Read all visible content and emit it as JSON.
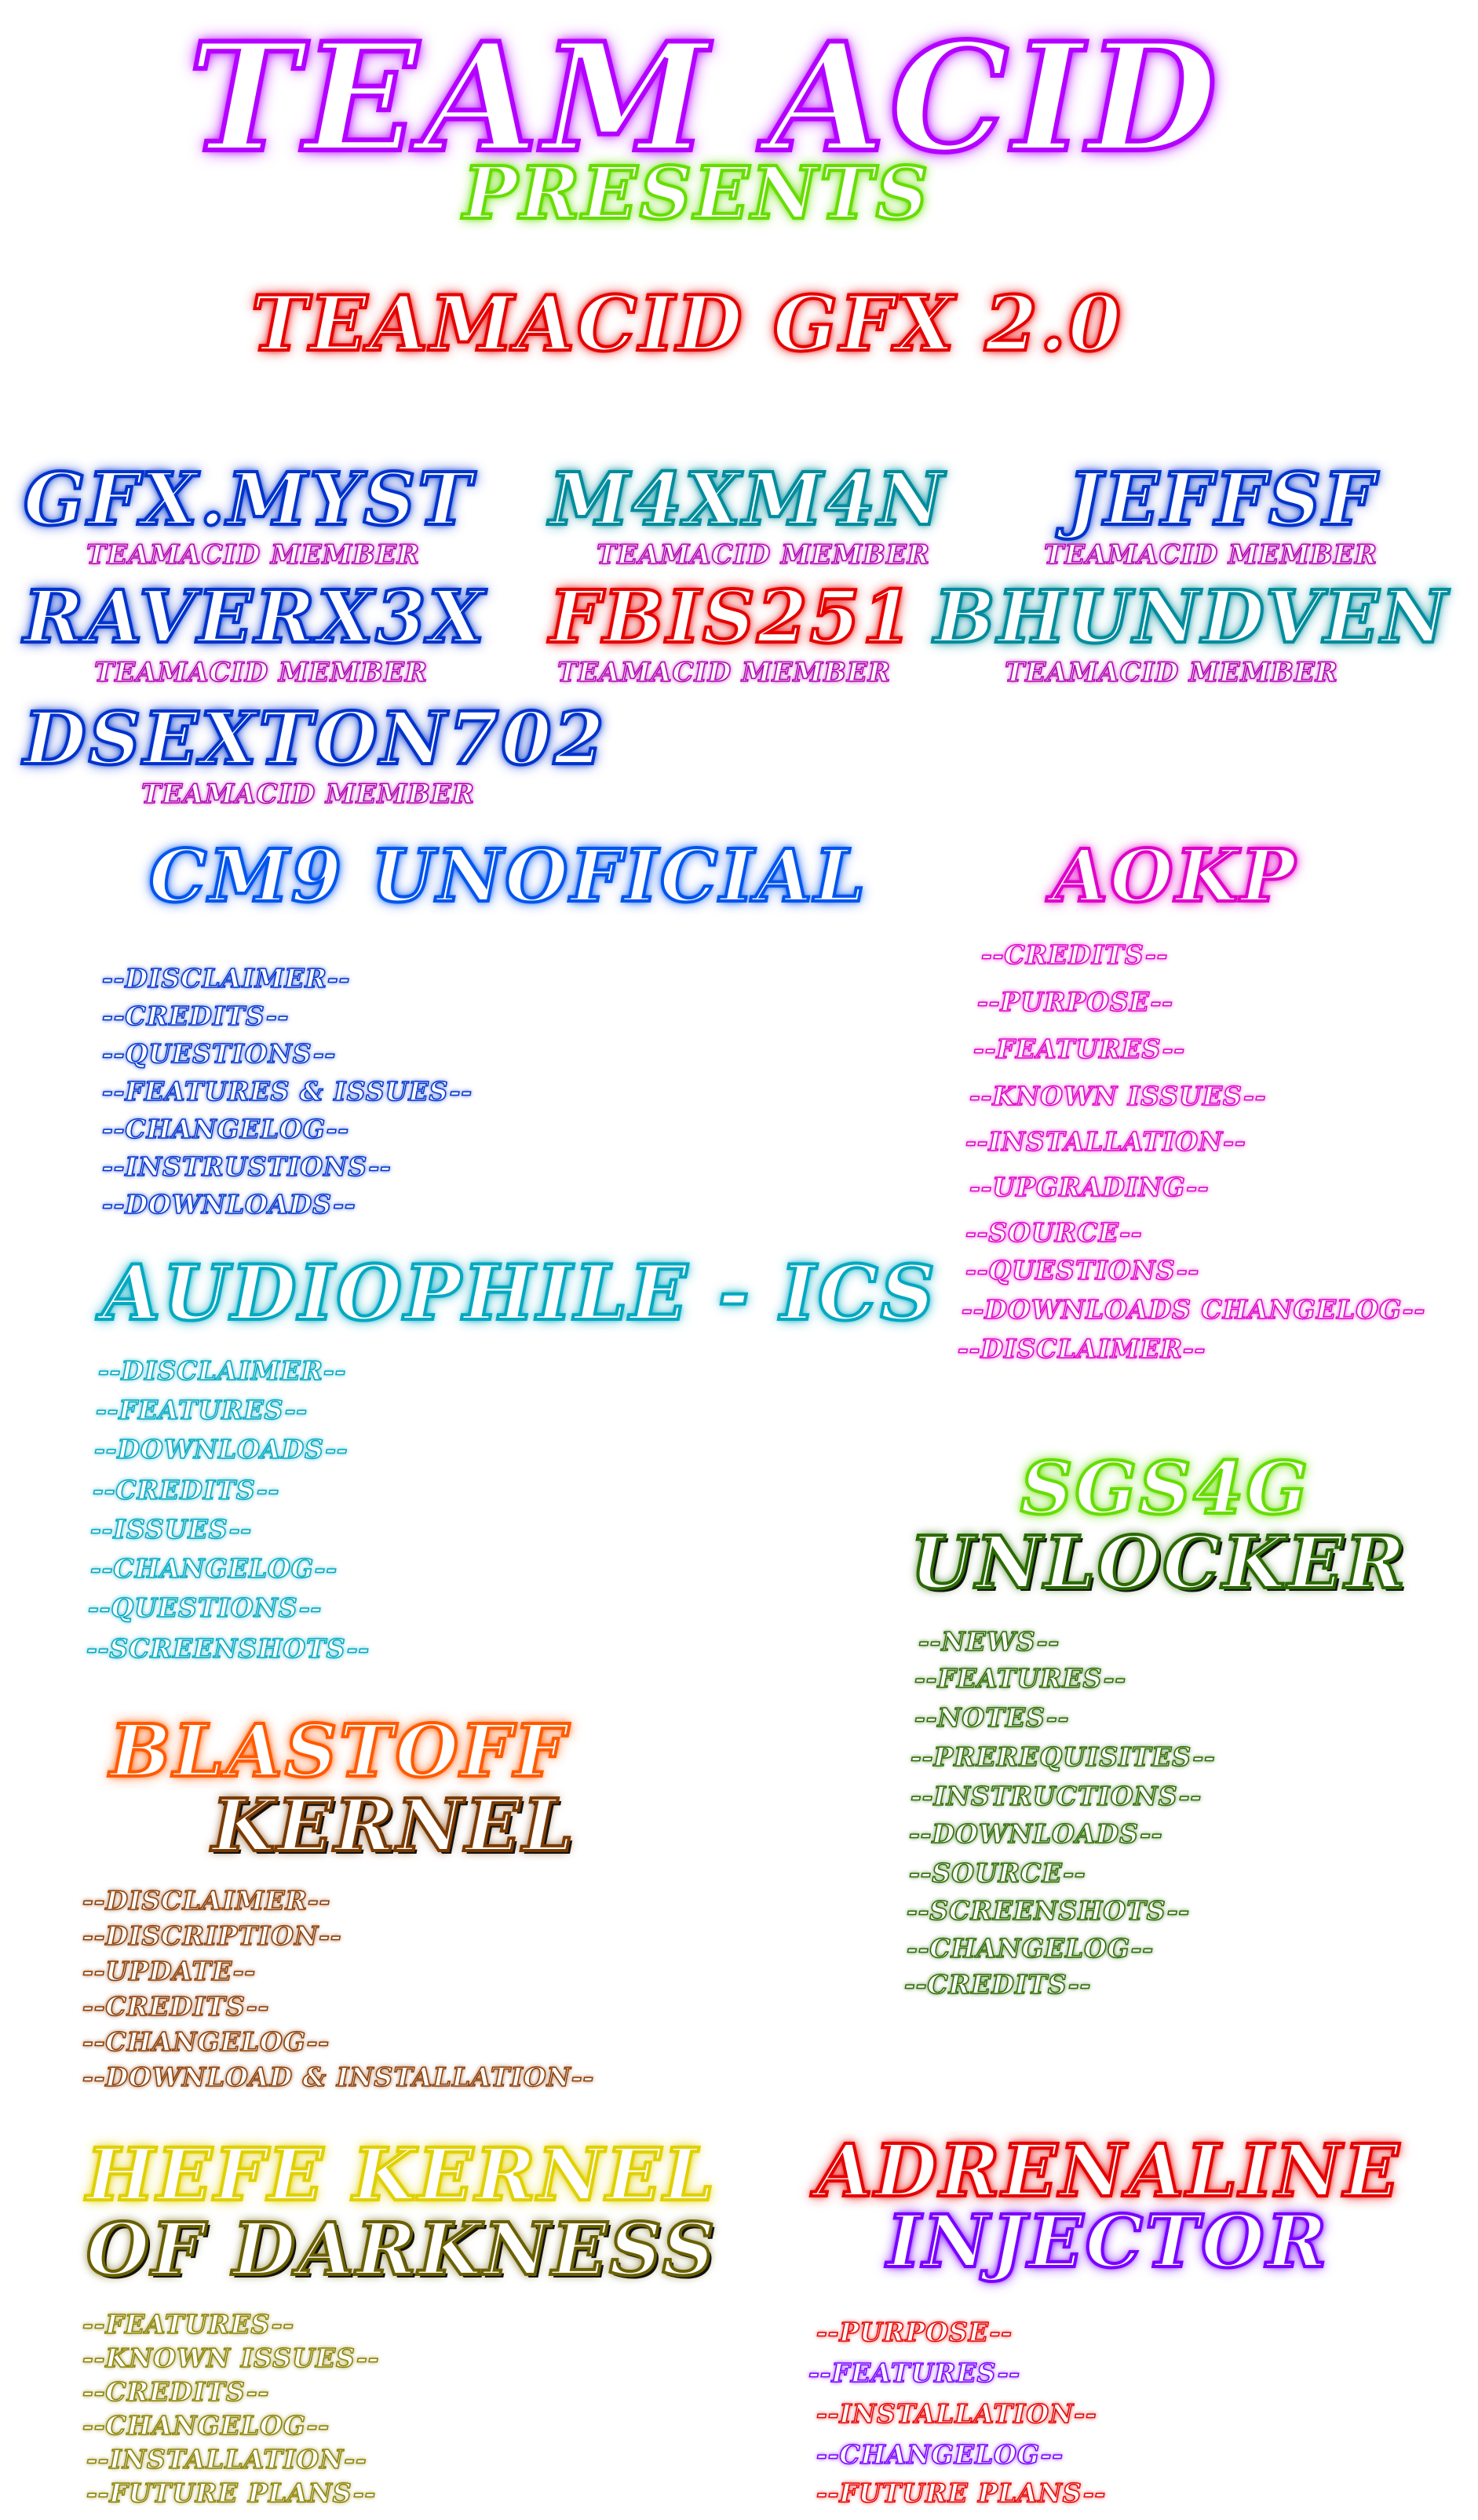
{
  "colors": {
    "purple": "#b400ff",
    "green": "#66dd00",
    "red": "#e60000",
    "blue": "#0033cc",
    "teal": "#008c9c",
    "pink": "#e000c8",
    "cyan": "#00a8c0",
    "darkgreen": "#2a6a00",
    "orange": "#ff5a00",
    "yellow": "#c8c000",
    "violet": "#7a00ff"
  },
  "header": {
    "title": "TEAM ACID",
    "presents": "PRESENTS",
    "product": "TEAMACID GFX 2.0"
  },
  "members": {
    "role": "TEAMACID MEMBER",
    "names": [
      "GFX.MYST",
      "M4XM4N",
      "JEFFSF",
      "RAVERX3X",
      "FBIS251",
      "BHUNDVEN",
      "DSEXTON702"
    ]
  },
  "sections": {
    "cm9": {
      "title": "CM9 UNOFICIAL",
      "links": [
        "--DISCLAIMER--",
        "--CREDITS--",
        "--QUESTIONS--",
        "--FEATURES & ISSUES--",
        "--CHANGELOG--",
        "--INSTRUSTIONS--",
        "--DOWNLOADS--"
      ]
    },
    "aokp": {
      "title": "AOKP",
      "links": [
        "--CREDITS--",
        "--PURPOSE--",
        "--FEATURES--",
        "--KNOWN ISSUES--",
        "--INSTALLATION--",
        "--UPGRADING--",
        "--SOURCE--",
        "--QUESTIONS--",
        "--DOWNLOADS CHANGELOG--",
        "--DISCLAIMER--"
      ]
    },
    "audiophile": {
      "title": "AUDIOPHILE - ICS",
      "links": [
        "--DISCLAIMER--",
        "--FEATURES--",
        "--DOWNLOADS--",
        "--CREDITS--",
        "--ISSUES--",
        "--CHANGELOG--",
        "--QUESTIONS--",
        "--SCREENSHOTS--"
      ]
    },
    "sgs4g": {
      "title1": "SGS4G",
      "title2": "UNLOCKER",
      "links": [
        "--NEWS--",
        "--FEATURES--",
        "--NOTES--",
        "--PREREQUISITES--",
        "--INSTRUCTIONS--",
        "--DOWNLOADS--",
        "--SOURCE--",
        "--SCREENSHOTS--",
        "--CHANGELOG--",
        "--CREDITS--"
      ]
    },
    "blastoff": {
      "title1": "BLASTOFF",
      "title2": "KERNEL",
      "links": [
        "--DISCLAIMER--",
        "--DISCRIPTION--",
        "--UPDATE--",
        "--CREDITS--",
        "--CHANGELOG--",
        "--DOWNLOAD & INSTALLATION--"
      ]
    },
    "hefe": {
      "title1": "HEFE KERNEL",
      "title2": "OF DARKNESS",
      "links": [
        "--FEATURES--",
        "--KNOWN ISSUES--",
        "--CREDITS--",
        "--CHANGELOG--",
        "--INSTALLATION--",
        "--FUTURE PLANS--"
      ]
    },
    "adrenaline": {
      "title1": "ADRENALINE",
      "title2": "INJECTOR",
      "links": [
        "--PURPOSE--",
        "--FEATURES--",
        "--INSTALLATION--",
        "--CHANGELOG--",
        "--FUTURE PLANS--"
      ]
    }
  }
}
